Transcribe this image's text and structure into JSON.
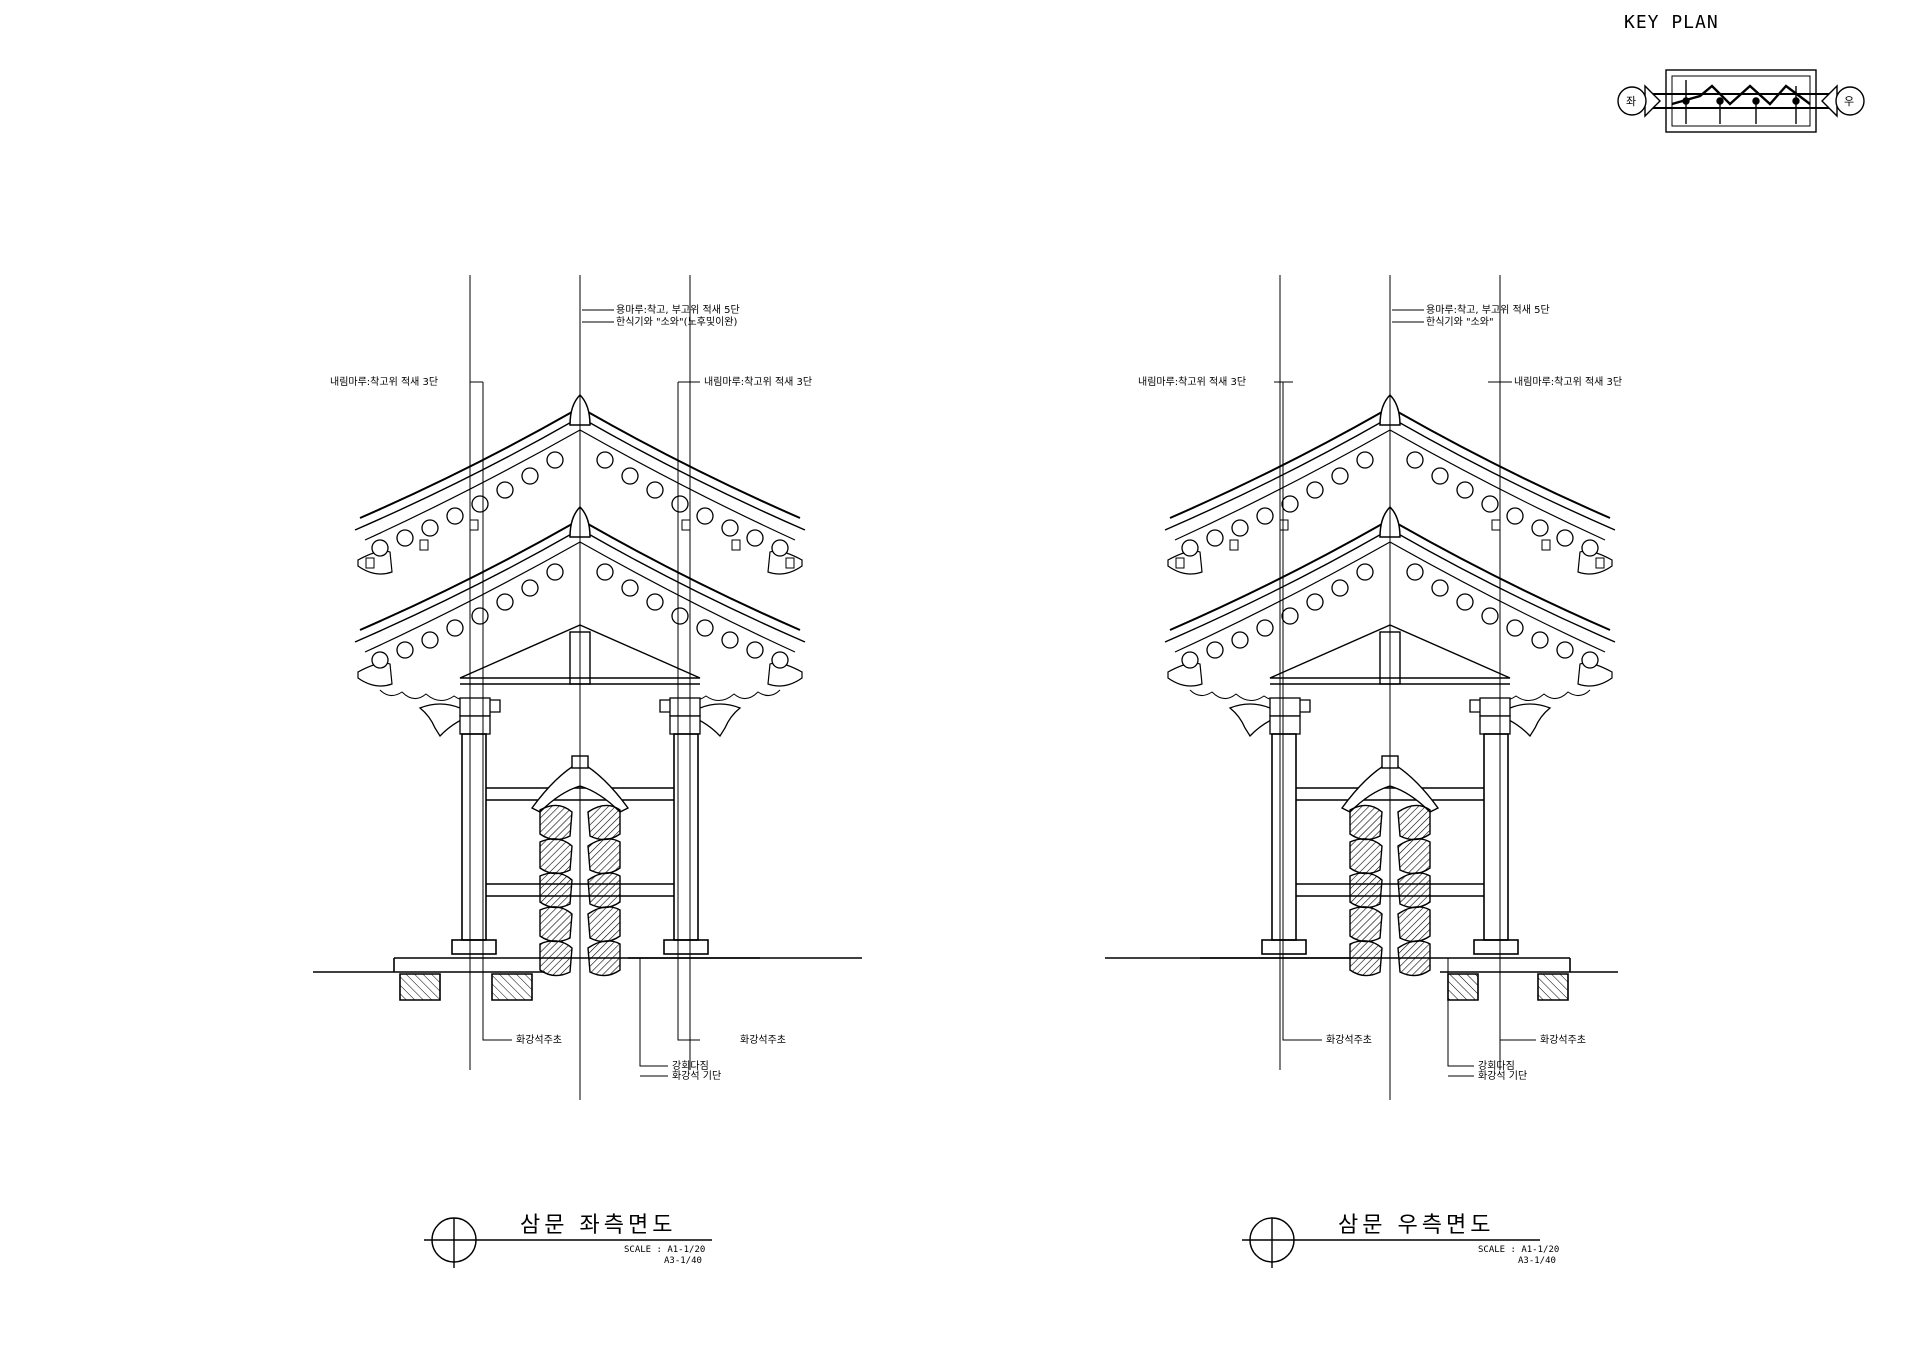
{
  "key_plan": {
    "title": "KEY PLAN",
    "left_marker": "좌",
    "right_marker": "우"
  },
  "views": [
    {
      "id": "left",
      "title": "삼문 좌측면도",
      "scale_line1": "SCALE : A1-1/20",
      "scale_line2": "A3-1/40",
      "notes": {
        "ridge_1": "용마루:착고, 부고위 적새 5단",
        "ridge_2": "한식기와 \"소와\"(노후및이완)",
        "hip_left": "내림마루:착고위 적새 3단",
        "hip_right": "내림마루:착고위 적새 3단",
        "base_left": "화강석주초",
        "base_right": "화강석주초",
        "stair_1": "강회다짐",
        "stair_2": "화강석 기단"
      }
    },
    {
      "id": "right",
      "title": "삼문 우측면도",
      "scale_line1": "SCALE : A1-1/20",
      "scale_line2": "A3-1/40",
      "notes": {
        "ridge_1": "용마루:착고, 부고위 적새 5단",
        "ridge_2": "한식기와 \"소와\"",
        "hip_left": "내림마루:착고위 적새 3단",
        "hip_right": "내림마루:착고위 적새 3단",
        "base_left": "화강석주초",
        "base_right": "화강석주초",
        "stair_1": "강회다짐",
        "stair_2": "화강석 기단"
      }
    }
  ]
}
